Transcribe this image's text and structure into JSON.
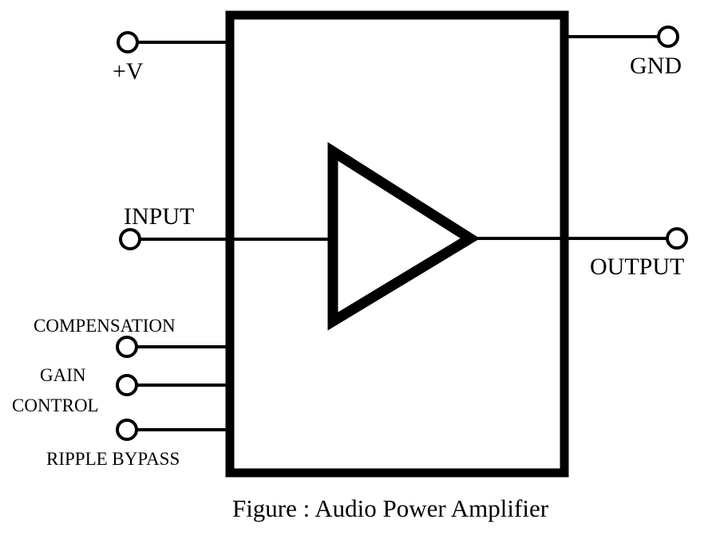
{
  "pins": {
    "vplus": "+V",
    "gnd": "GND",
    "input": "INPUT",
    "output": "OUTPUT",
    "compensation": "COMPENSATION",
    "gain_line1": "GAIN",
    "gain_line2": "CONTROL",
    "ripple": "RIPPLE BYPASS"
  },
  "caption": "Figure : Audio Power Amplifier",
  "colors": {
    "stroke": "#000000",
    "background": "#ffffff"
  }
}
